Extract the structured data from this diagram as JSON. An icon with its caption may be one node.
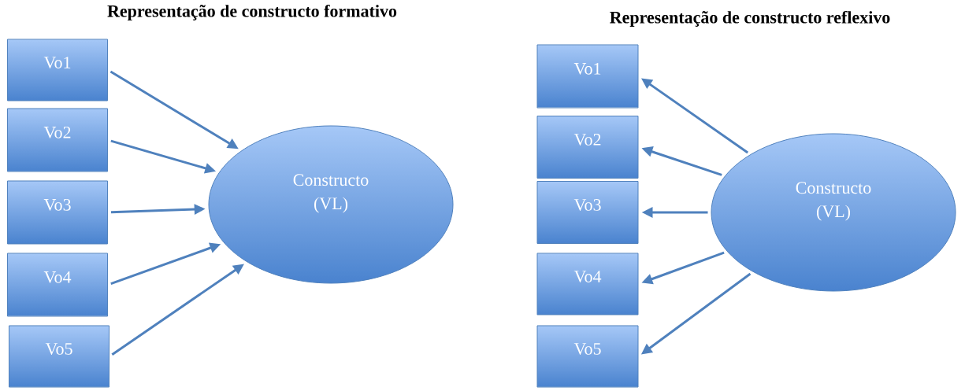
{
  "diagram": {
    "nodes": [
      {
        "text": [
          "Vo1"
        ]
      },
      {
        "text": [
          "Vo2"
        ]
      },
      {
        "text": [
          "Vo3"
        ]
      },
      {
        "text": [
          "Vo4"
        ]
      },
      {
        "text": [
          "Vo5"
        ]
      },
      {
        "text": [
          "Constructo (VL)"
        ]
      },
      {
        "text": [
          "Vo1"
        ]
      },
      {
        "text": [
          "Vo2"
        ]
      },
      {
        "text": [
          "Vo3"
        ]
      },
      {
        "text": [
          "Vo4"
        ]
      },
      {
        "text": [
          "Vo5"
        ]
      },
      {
        "text": [
          "Constructo (VL)"
        ]
      }
    ],
    "edges": [
      {
        "from": 0,
        "to": 5,
        "arrow": "to"
      },
      {
        "from": 1,
        "to": 5,
        "arrow": "to"
      },
      {
        "from": 2,
        "to": 5,
        "arrow": "to"
      },
      {
        "from": 3,
        "to": 5,
        "arrow": "to"
      },
      {
        "from": 4,
        "to": 5,
        "arrow": "to"
      },
      {
        "from": 11,
        "to": 6,
        "arrow": "to"
      },
      {
        "from": 11,
        "to": 7,
        "arrow": "to"
      },
      {
        "from": 11,
        "to": 8,
        "arrow": "to"
      },
      {
        "from": 11,
        "to": 9,
        "arrow": "to"
      },
      {
        "from": 11,
        "to": 10,
        "arrow": "to"
      }
    ],
    "labels": [
      "Representação de constructo formativo",
      "Representação de constructo reflexivo"
    ]
  }
}
